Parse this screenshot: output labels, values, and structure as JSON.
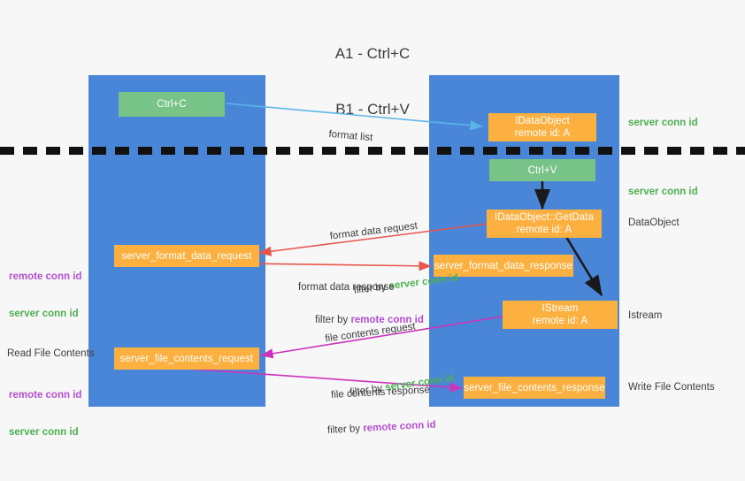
{
  "title": {
    "line1": "A1 - Ctrl+C",
    "line2": "B1 - Ctrl+V"
  },
  "columns": [
    {
      "name": "A1",
      "role": "remote"
    },
    {
      "name": "B1",
      "role": "connection"
    }
  ],
  "colors": {
    "lane": "#4a86d8",
    "green_box": "#78c387",
    "orange_box": "#fbb040",
    "server_conn_id": "#4caf50",
    "remote_conn_id": "#b44fd0",
    "arrow_blue": "#5ab6e8",
    "arrow_red": "#e8554d",
    "arrow_magenta": "#cc33bb",
    "arrow_black": "#1a1a1a",
    "divider": "#111111",
    "background": "#f7f7f7",
    "text": "#3c3c3c"
  },
  "boxes": {
    "ctrl_c": {
      "l1": "Ctrl+C",
      "l2": ""
    },
    "ctrl_v": {
      "l1": "Ctrl+V",
      "l2": ""
    },
    "idataobject": {
      "l1": "IDataObject",
      "l2": "remote id: A"
    },
    "getdata": {
      "l1": "IDataObject::GetData",
      "l2": "remote id: A"
    },
    "istream": {
      "l1": "IStream",
      "l2": "remote id: A"
    },
    "format_data_request": {
      "l1": "server_format_data_request",
      "l2": ""
    },
    "format_data_response": {
      "l1": "server_format_data_response",
      "l2": ""
    },
    "file_contents_request": {
      "l1": "server_file_contents_request",
      "l2": ""
    },
    "file_contents_response": {
      "l1": "server_file_contents_response",
      "l2": ""
    }
  },
  "arrow_labels": {
    "format_list": "format list",
    "format_data_request": {
      "line1": "format data request",
      "prefix": "filter by ",
      "highlight": "server conn id"
    },
    "format_data_response": {
      "line1": "format data response",
      "prefix": "filter by ",
      "highlight": "remote conn id"
    },
    "file_contents_request": {
      "line1": "file contents request",
      "prefix": "filter by ",
      "highlight": "server conn id"
    },
    "file_contents_response": {
      "line1": "file contents response",
      "prefix": "filter by ",
      "highlight": "remote conn id"
    }
  },
  "right_labels": {
    "server_conn_id_top": "server conn id",
    "server_conn_id_mid": "server conn id",
    "dataobject": "DataObject",
    "istream": "Istream",
    "write_file_contents": "Write File Contents"
  },
  "left_labels": {
    "conn_pair_top": {
      "line1": "remote conn id",
      "line2": "server conn id"
    },
    "read_file_contents": "Read File Contents",
    "conn_pair_bottom": {
      "line1": "remote conn id",
      "line2": "server conn id"
    }
  }
}
